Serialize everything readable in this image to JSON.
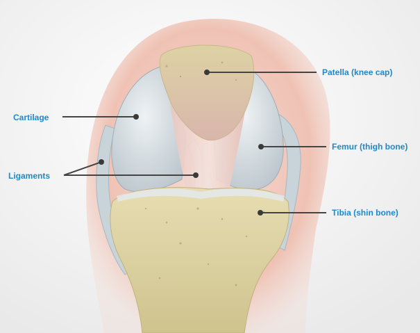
{
  "labels": {
    "cartilage": "Cartilage",
    "ligaments": "Ligaments",
    "patella": "Patella (knee cap)",
    "femur": "Femur (thigh bone)",
    "tibia": "Tibia (shin bone)"
  },
  "colors": {
    "label_text": "#1e88c8",
    "leader_line": "#444444",
    "bone": "#d8cfa0",
    "cartilage": "#d6dee3",
    "skin": "#f1c9bd"
  }
}
